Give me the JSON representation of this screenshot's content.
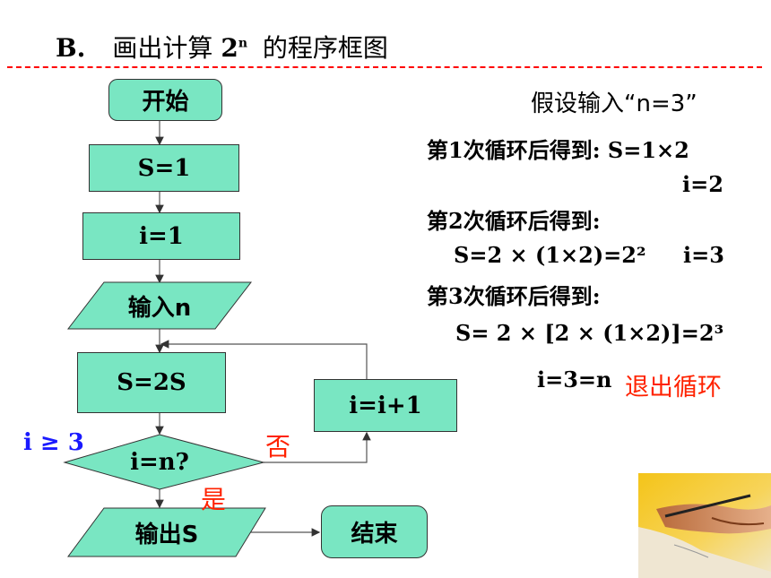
{
  "title": {
    "label": "B.",
    "text": "画出计算",
    "base": "2",
    "exp": "n",
    "suffix": "的程序框图"
  },
  "flow": {
    "start": "开始",
    "s_init": "S=1",
    "i_init": "i=1",
    "input": "输入n",
    "body": "S=2S",
    "cond": "i=n?",
    "incr": "i=i+1",
    "output": "输出S",
    "end": "结束",
    "no_label": "否",
    "yes_label": "是",
    "side_note": "i ≥ 3"
  },
  "explain": {
    "assume": "假设输入“n=3”",
    "loop1": "第1次循环后得到: S=1×2",
    "loop1_i": "i=2",
    "loop2": "第2次循环后得到:",
    "loop2_s": "S=2 × (1×2)=2²",
    "loop2_i": "i=3",
    "loop3": "第3次循环后得到:",
    "loop3_s": "S= 2 × [2 × (1×2)]=2³",
    "final_i": "i=3=n",
    "exit": "退出循环"
  },
  "colors": {
    "box_fill": "#79e6c2",
    "dash": "#ff0000",
    "red_text": "#ff2200",
    "blue_text": "#1a1aff"
  }
}
